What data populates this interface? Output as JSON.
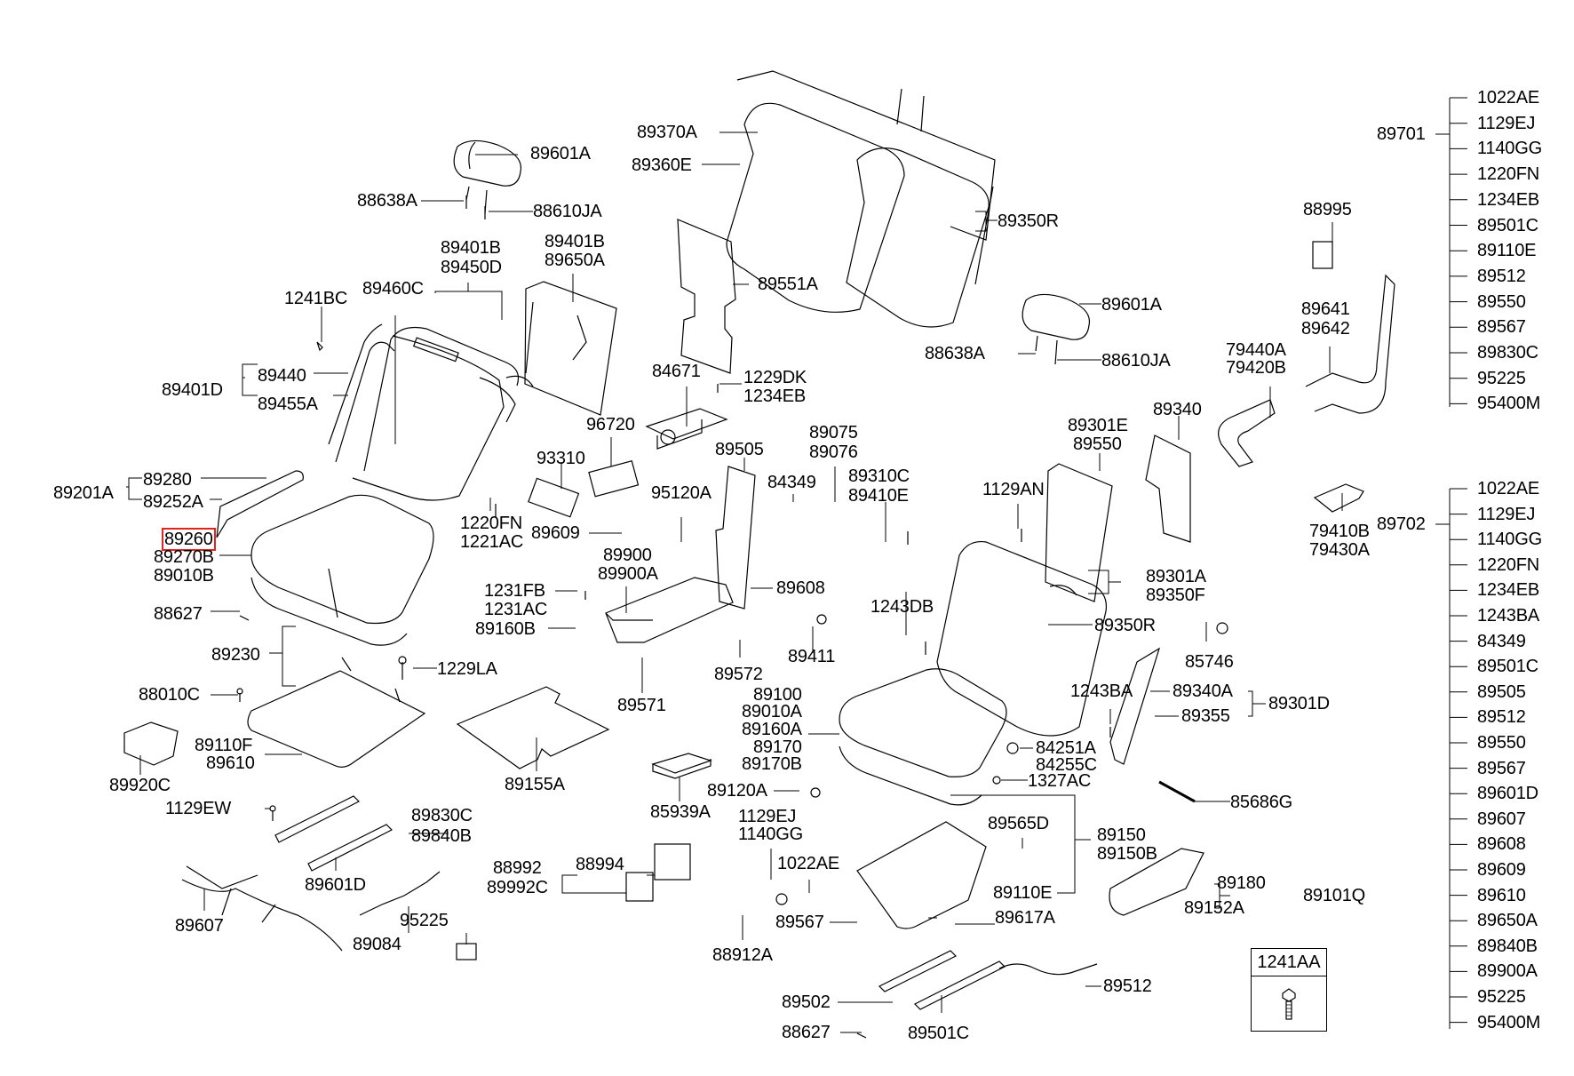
{
  "diagram": {
    "type": "exploded-parts-diagram",
    "subject": "Rear seat assembly",
    "highlight": {
      "label": "89260",
      "color": "#e0251e"
    },
    "labels": [
      {
        "id": "l01",
        "text": "89601A"
      },
      {
        "id": "l02",
        "text": "88638A"
      },
      {
        "id": "l03",
        "text": "88610JA"
      },
      {
        "id": "l04",
        "text": "89401B"
      },
      {
        "id": "l05",
        "text": "89450D"
      },
      {
        "id": "l06",
        "text": "89401B"
      },
      {
        "id": "l07",
        "text": "89650A"
      },
      {
        "id": "l08",
        "text": "1241BC"
      },
      {
        "id": "l09",
        "text": "89460C"
      },
      {
        "id": "l10",
        "text": "89440"
      },
      {
        "id": "l11",
        "text": "89401D"
      },
      {
        "id": "l12",
        "text": "89455A"
      },
      {
        "id": "l13",
        "text": "89280"
      },
      {
        "id": "l14",
        "text": "89201A"
      },
      {
        "id": "l15",
        "text": "89252A"
      },
      {
        "id": "l16",
        "text": "89260"
      },
      {
        "id": "l17",
        "text": "89270B"
      },
      {
        "id": "l18",
        "text": "89010B"
      },
      {
        "id": "l19",
        "text": "88627"
      },
      {
        "id": "l20",
        "text": "89230"
      },
      {
        "id": "l21",
        "text": "1229LA"
      },
      {
        "id": "l22",
        "text": "88010C"
      },
      {
        "id": "l23",
        "text": "89110F"
      },
      {
        "id": "l24",
        "text": "89610"
      },
      {
        "id": "l25",
        "text": "89920C"
      },
      {
        "id": "l26",
        "text": "1129EW"
      },
      {
        "id": "l27",
        "text": "89601D"
      },
      {
        "id": "l28",
        "text": "89607"
      },
      {
        "id": "l29",
        "text": "89830C"
      },
      {
        "id": "l30",
        "text": "89840B"
      },
      {
        "id": "l31",
        "text": "89084"
      },
      {
        "id": "l32",
        "text": "95225"
      },
      {
        "id": "l33",
        "text": "89370A"
      },
      {
        "id": "l34",
        "text": "89360E"
      },
      {
        "id": "l35",
        "text": "89350R"
      },
      {
        "id": "l36",
        "text": "89551A"
      },
      {
        "id": "l37",
        "text": "84671"
      },
      {
        "id": "l38",
        "text": "1229DK"
      },
      {
        "id": "l39",
        "text": "1234EB"
      },
      {
        "id": "l40",
        "text": "96720"
      },
      {
        "id": "l41",
        "text": "93310"
      },
      {
        "id": "l42",
        "text": "1220FN"
      },
      {
        "id": "l43",
        "text": "1221AC"
      },
      {
        "id": "l44",
        "text": "89609"
      },
      {
        "id": "l45",
        "text": "95120A"
      },
      {
        "id": "l46",
        "text": "89505"
      },
      {
        "id": "l47",
        "text": "84349"
      },
      {
        "id": "l48",
        "text": "89075"
      },
      {
        "id": "l49",
        "text": "89076"
      },
      {
        "id": "l50",
        "text": "89310C"
      },
      {
        "id": "l51",
        "text": "89410E"
      },
      {
        "id": "l52",
        "text": "89900"
      },
      {
        "id": "l53",
        "text": "89900A"
      },
      {
        "id": "l54",
        "text": "1231FB"
      },
      {
        "id": "l55",
        "text": "1231AC"
      },
      {
        "id": "l56",
        "text": "89608"
      },
      {
        "id": "l57",
        "text": "89160B"
      },
      {
        "id": "l58",
        "text": "89572"
      },
      {
        "id": "l59",
        "text": "89411"
      },
      {
        "id": "l60",
        "text": "89571"
      },
      {
        "id": "l61",
        "text": "89155A"
      },
      {
        "id": "l62",
        "text": "89100"
      },
      {
        "id": "l63",
        "text": "89010A"
      },
      {
        "id": "l64",
        "text": "89160A"
      },
      {
        "id": "l65",
        "text": "89170"
      },
      {
        "id": "l66",
        "text": "89170B"
      },
      {
        "id": "l67",
        "text": "89120A"
      },
      {
        "id": "l68",
        "text": "85939A"
      },
      {
        "id": "l69",
        "text": "1129EJ"
      },
      {
        "id": "l70",
        "text": "1140GG"
      },
      {
        "id": "l71",
        "text": "1022AE"
      },
      {
        "id": "l72",
        "text": "88992"
      },
      {
        "id": "l73",
        "text": "88994"
      },
      {
        "id": "l74",
        "text": "89992C"
      },
      {
        "id": "l75",
        "text": "88912A"
      },
      {
        "id": "l76",
        "text": "89567"
      },
      {
        "id": "l77",
        "text": "89565D"
      },
      {
        "id": "l78",
        "text": "89150"
      },
      {
        "id": "l79",
        "text": "89150B"
      },
      {
        "id": "l80",
        "text": "89110E"
      },
      {
        "id": "l81",
        "text": "89617A"
      },
      {
        "id": "l82",
        "text": "89502"
      },
      {
        "id": "l83",
        "text": "89501C"
      },
      {
        "id": "l84",
        "text": "88627"
      },
      {
        "id": "l85",
        "text": "89512"
      },
      {
        "id": "l86",
        "text": "89601A"
      },
      {
        "id": "l87",
        "text": "88638A"
      },
      {
        "id": "l88",
        "text": "88610JA"
      },
      {
        "id": "l89",
        "text": "89301E"
      },
      {
        "id": "l90",
        "text": "89550"
      },
      {
        "id": "l91",
        "text": "89340"
      },
      {
        "id": "l92",
        "text": "1129AN"
      },
      {
        "id": "l93",
        "text": "89301A"
      },
      {
        "id": "l94",
        "text": "89350F"
      },
      {
        "id": "l95",
        "text": "1243DB"
      },
      {
        "id": "l96",
        "text": "89350R"
      },
      {
        "id": "l97",
        "text": "85746"
      },
      {
        "id": "l98",
        "text": "1243BA"
      },
      {
        "id": "l99",
        "text": "89340A"
      },
      {
        "id": "l100",
        "text": "89301D"
      },
      {
        "id": "l101",
        "text": "89355"
      },
      {
        "id": "l102",
        "text": "84251A"
      },
      {
        "id": "l103",
        "text": "84255C"
      },
      {
        "id": "l104",
        "text": "1327AC"
      },
      {
        "id": "l105",
        "text": "85686G"
      },
      {
        "id": "l106",
        "text": "89180"
      },
      {
        "id": "l107",
        "text": "89101Q"
      },
      {
        "id": "l108",
        "text": "89152A"
      },
      {
        "id": "l109",
        "text": "88995"
      },
      {
        "id": "l110",
        "text": "89641"
      },
      {
        "id": "l111",
        "text": "89642"
      },
      {
        "id": "l112",
        "text": "79440A"
      },
      {
        "id": "l113",
        "text": "79420B"
      },
      {
        "id": "l114",
        "text": "79410B"
      },
      {
        "id": "l115",
        "text": "79430A"
      }
    ],
    "kit_lists": [
      {
        "parent": "89701",
        "items": [
          "1022AE",
          "1129EJ",
          "1140GG",
          "1220FN",
          "1234EB",
          "89501C",
          "89110E",
          "89512",
          "89550",
          "89567",
          "89830C",
          "95225",
          "95400M"
        ]
      },
      {
        "parent": "89702",
        "items": [
          "1022AE",
          "1129EJ",
          "1140GG",
          "1220FN",
          "1234EB",
          "1243BA",
          "84349",
          "89501C",
          "89505",
          "89512",
          "89550",
          "89567",
          "89601D",
          "89607",
          "89608",
          "89609",
          "89610",
          "89650A",
          "89840B",
          "89900A",
          "95225",
          "95400M"
        ]
      }
    ],
    "callout_box": {
      "label": "1241AA",
      "icon": "bolt-icon"
    }
  }
}
